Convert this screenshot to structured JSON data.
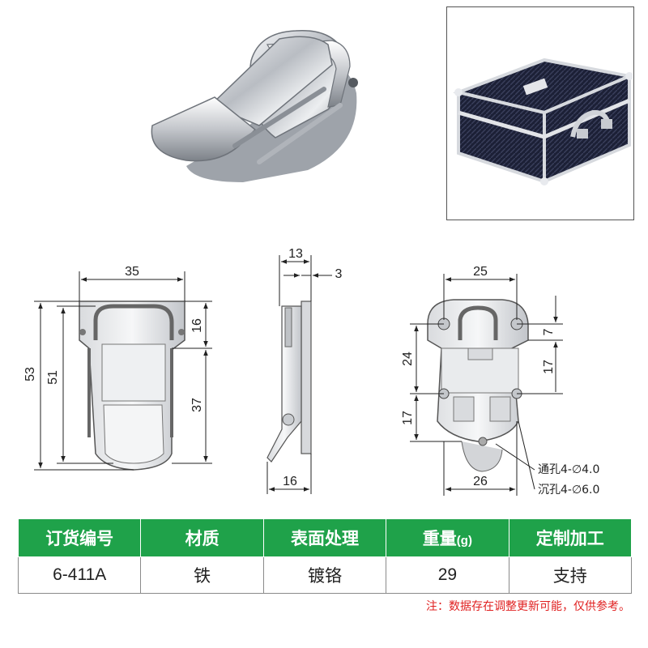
{
  "dimensions_front": {
    "width_35": "35",
    "height_53": "53",
    "height_51": "51",
    "top_16": "16",
    "bottom_37": "37"
  },
  "dimensions_side": {
    "top_13": "13",
    "right_3": "3",
    "bottom_16": "16"
  },
  "dimensions_back": {
    "top_25": "25",
    "left_24": "24",
    "left_17": "17",
    "right_7": "7",
    "right_17": "17",
    "bottom_26": "26",
    "through_hole": "通孔4-∅4.0",
    "countersunk_hole": "沉孔4-∅6.0"
  },
  "spec_table": {
    "headers": [
      "订货编号",
      "材质",
      "表面处理",
      "重量",
      "定制加工"
    ],
    "weight_unit": "(g)",
    "row": [
      "6-411A",
      "铁",
      "镀铬",
      "29",
      "支持"
    ]
  },
  "note": "注：数据存在调整更新可能，仅供参考。",
  "colors": {
    "header_green": "#1fa24a",
    "note_red": "#e02020",
    "case_dark": "#1e2238",
    "chrome": "#c9ccd1"
  }
}
